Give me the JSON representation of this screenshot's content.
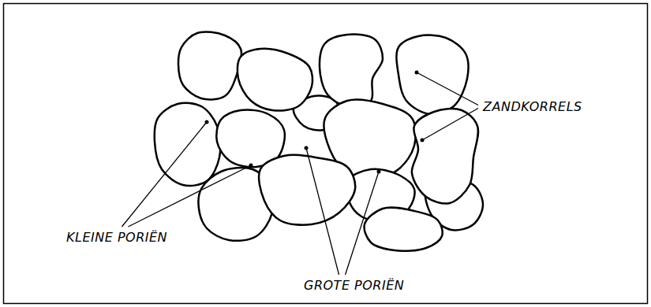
{
  "diagram": {
    "labels": [
      "ZANDKORRELS",
      "KLEINE PORIËN",
      "GROTE PORIËN"
    ]
  }
}
